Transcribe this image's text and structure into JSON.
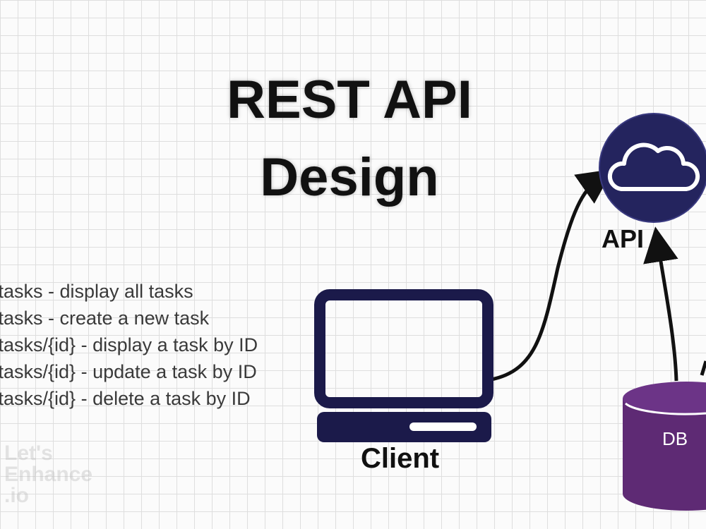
{
  "title": {
    "line1": "REST API",
    "line2": "Design"
  },
  "endpoints": [
    "/tasks - display all tasks",
    "/tasks -  create a new task",
    "/tasks/{id} - display a task by ID",
    "/tasks/{id} - update a task by ID",
    "/tasks/{id} - delete a task by ID"
  ],
  "nodes": {
    "api": "API",
    "client": "Client",
    "db": "DB"
  },
  "icons": {
    "api": "cloud-icon",
    "client": "desktop-computer-icon",
    "db": "database-cylinder-icon"
  },
  "watermark": [
    "Let's",
    "Enhance",
    ".io"
  ],
  "colors": {
    "api_circle": "#24245e",
    "client_monitor": "#1b1a4a",
    "db_cylinder": "#5e2a74",
    "arrow": "#111111"
  }
}
